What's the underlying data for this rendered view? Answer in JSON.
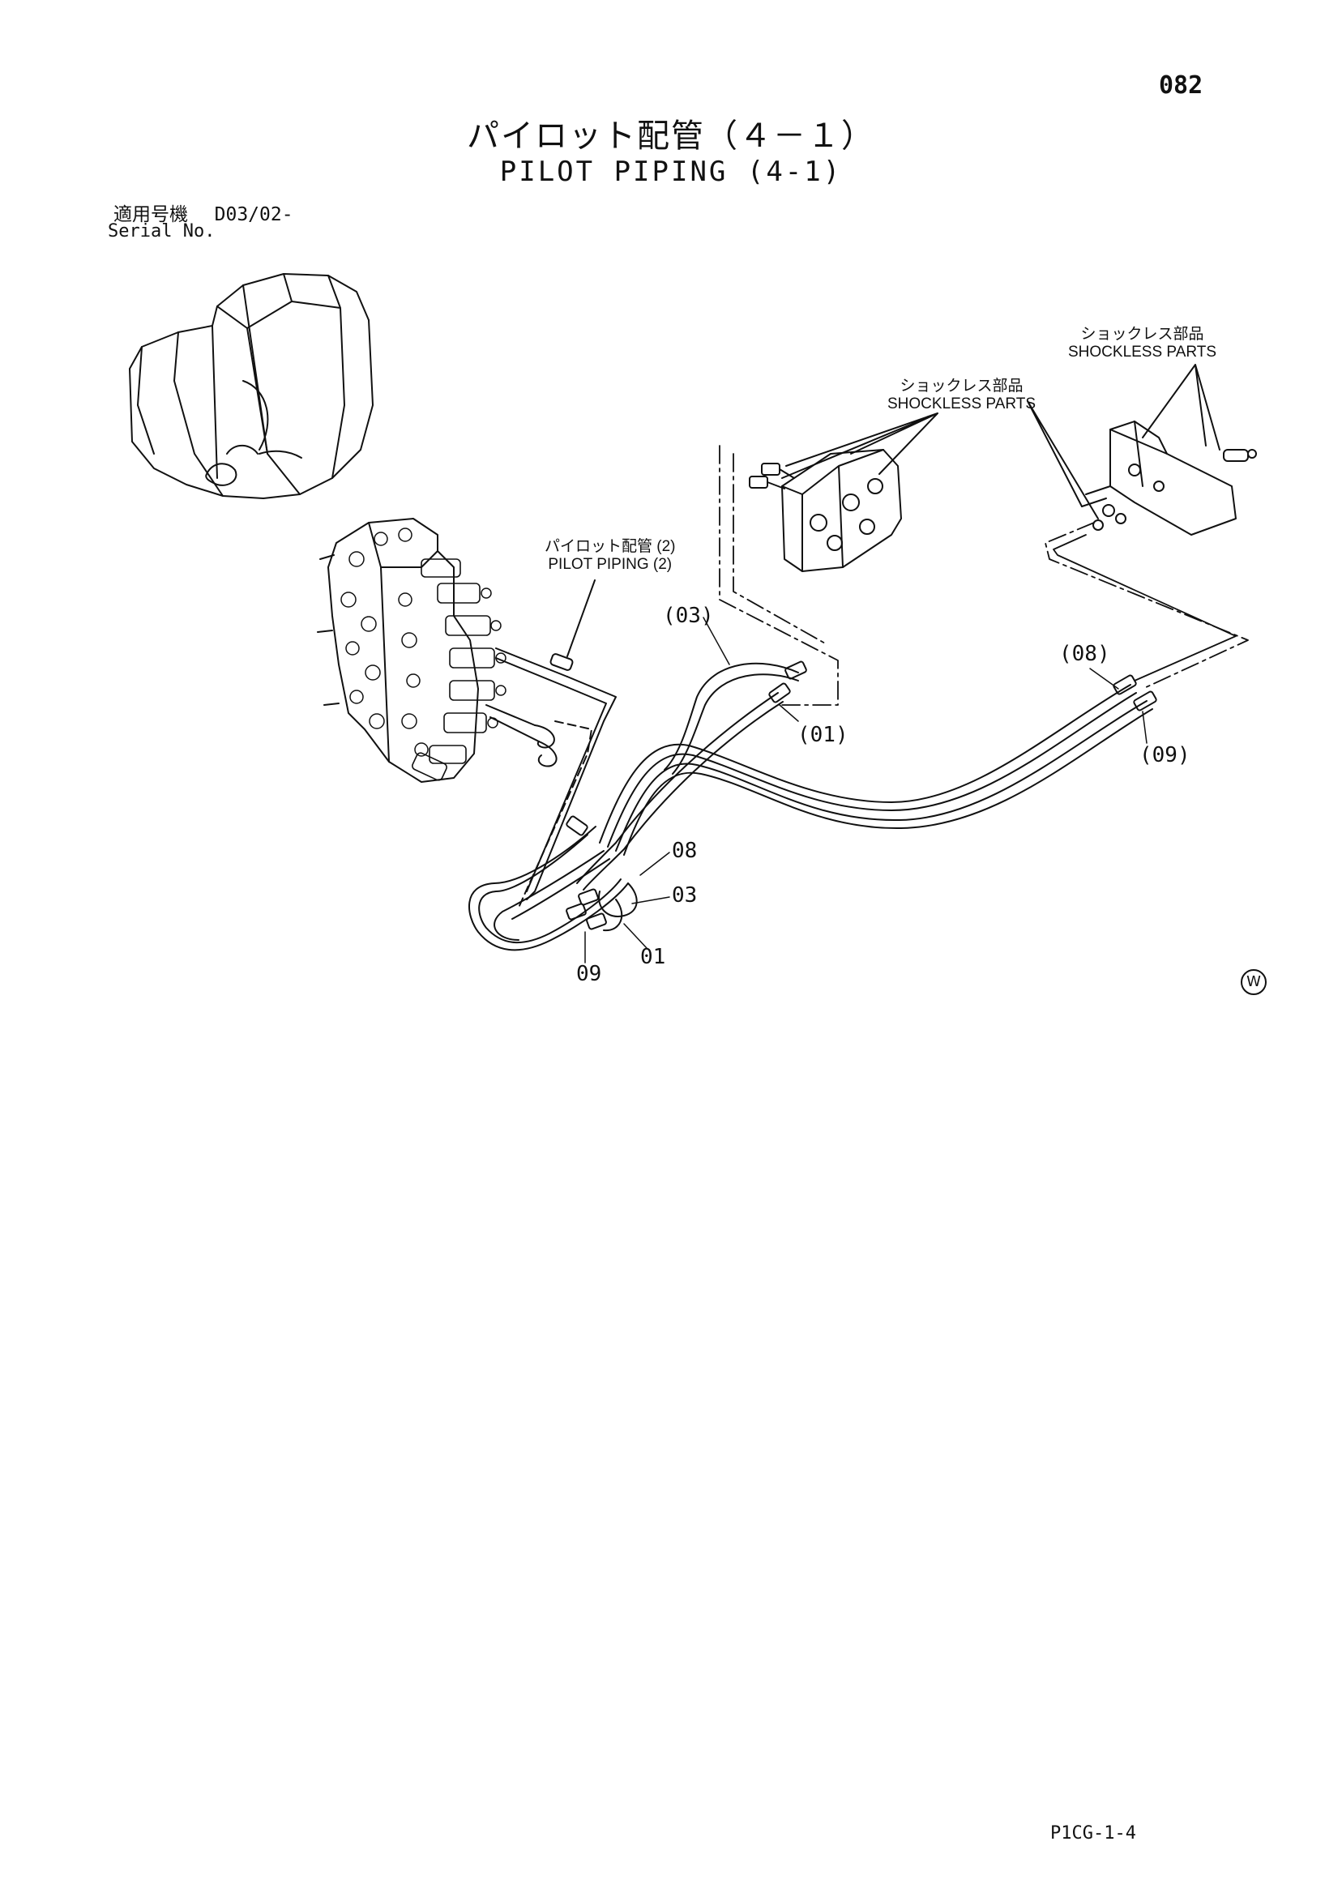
{
  "page_number": "082",
  "title": {
    "japanese": "パイロット配管（４－１）",
    "english": "PILOT PIPING (4-1)"
  },
  "serial": {
    "label_jp": "適用号機",
    "value": "D03/02-",
    "label_en": "Serial No."
  },
  "callouts": {
    "shockless_right": {
      "jp": "ショックレス部品",
      "en": "SHOCKLESS PARTS"
    },
    "shockless_center": {
      "jp": "ショックレス部品",
      "en": "SHOCKLESS PARTS"
    },
    "pilot_piping_2": {
      "jp": "パイロット配管 (2)",
      "en": "PILOT PIPING (2)"
    }
  },
  "part_labels": {
    "p03_upper": "(03)",
    "p01_upper": "(01)",
    "p08_upper": "(08)",
    "p09_upper": "(09)",
    "p08_lower": "08",
    "p03_lower": "03",
    "p01_lower": "01",
    "p09_lower": "09"
  },
  "marks": {
    "circle_w": "W"
  },
  "footer_code": "P1CG-1-4"
}
